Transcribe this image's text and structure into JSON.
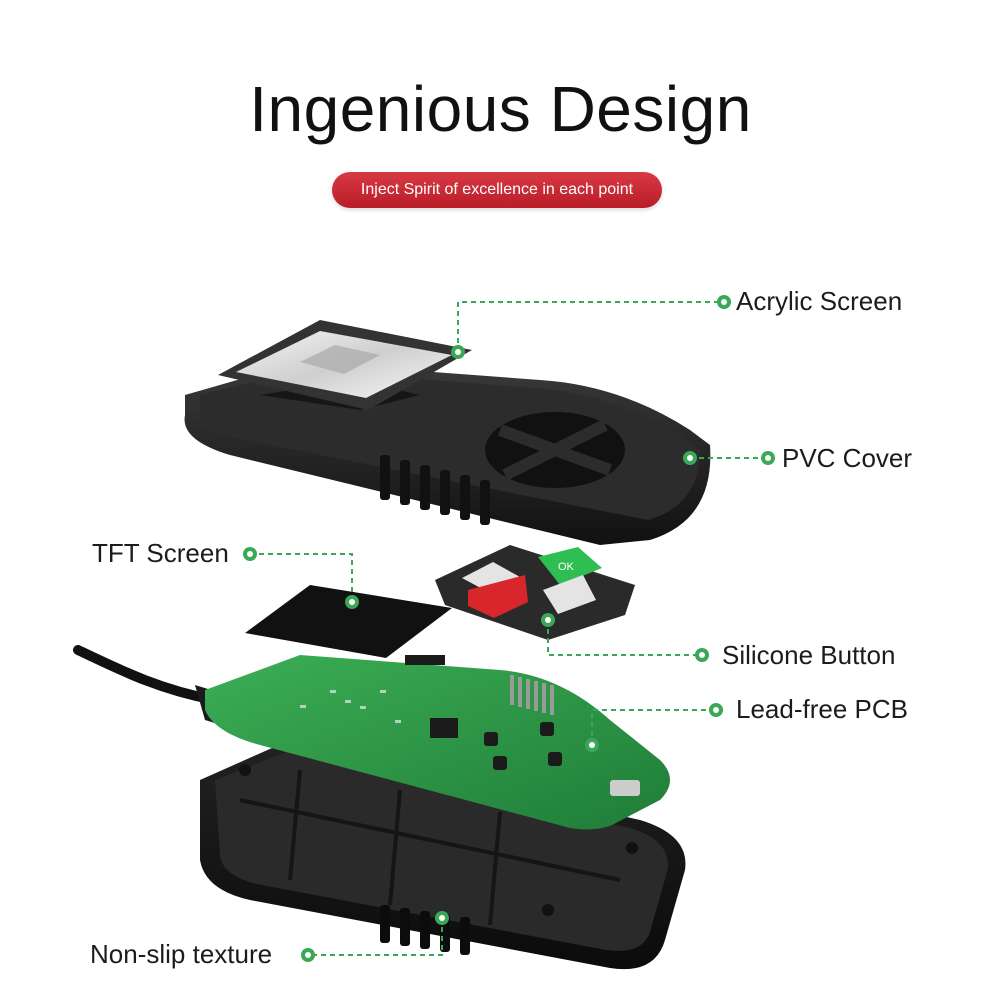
{
  "header": {
    "title": "Ingenious Design",
    "subtitle": "Inject Spirit of excellence in each point"
  },
  "callouts": [
    {
      "id": "acrylic",
      "label": "Acrylic Screen"
    },
    {
      "id": "pvc",
      "label": "PVC Cover"
    },
    {
      "id": "tft",
      "label": "TFT Screen"
    },
    {
      "id": "silicone",
      "label": "Silicone Button"
    },
    {
      "id": "pcb",
      "label": "Lead-free PCB"
    },
    {
      "id": "nonslip",
      "label": "Non-slip texture"
    }
  ],
  "colors": {
    "accent_green": "#3aa856",
    "pill_red": "#c62a34",
    "device_black": "#1c1c1c",
    "pcb_green": "#2e9a4a"
  },
  "device": {
    "button_ok_label": "OK"
  }
}
